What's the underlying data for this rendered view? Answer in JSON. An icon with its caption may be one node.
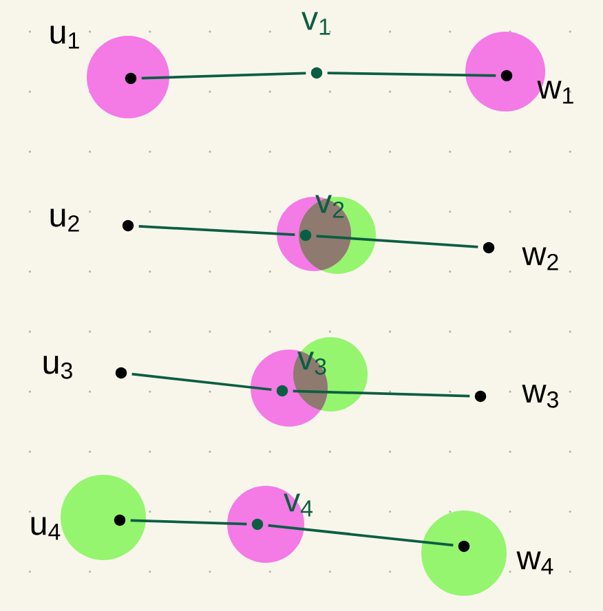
{
  "diagram": {
    "nodes": [
      {
        "text": [
          "u$_{1}$"
        ]
      },
      {
        "text": [
          "v$_{1}$"
        ]
      },
      {
        "text": [
          "w$_{1}$"
        ]
      },
      {
        "text": [
          "u$_{2}$"
        ]
      },
      {
        "text": [
          "v$_{2}$"
        ]
      },
      {
        "text": [
          "w$_{2}$"
        ]
      },
      {
        "text": [
          "u$_{3}$"
        ]
      },
      {
        "text": [
          "v$_{3}$"
        ]
      },
      {
        "text": [
          "w$_{3}$"
        ]
      },
      {
        "text": [
          "u$_{4}$"
        ]
      },
      {
        "text": [
          "v$_{4}$"
        ]
      },
      {
        "text": [
          "w$_{4}$"
        ]
      }
    ],
    "edges": [
      {
        "from": 0,
        "to": 1,
        "arrow": "none"
      },
      {
        "from": 1,
        "to": 2,
        "arrow": "none"
      },
      {
        "from": 3,
        "to": 4,
        "arrow": "none"
      },
      {
        "from": 4,
        "to": 5,
        "arrow": "none"
      },
      {
        "from": 6,
        "to": 7,
        "arrow": "none"
      },
      {
        "from": 7,
        "to": 8,
        "arrow": "none"
      },
      {
        "from": 9,
        "to": 10,
        "arrow": "none"
      },
      {
        "from": 10,
        "to": 11,
        "arrow": "none"
      }
    ]
  }
}
